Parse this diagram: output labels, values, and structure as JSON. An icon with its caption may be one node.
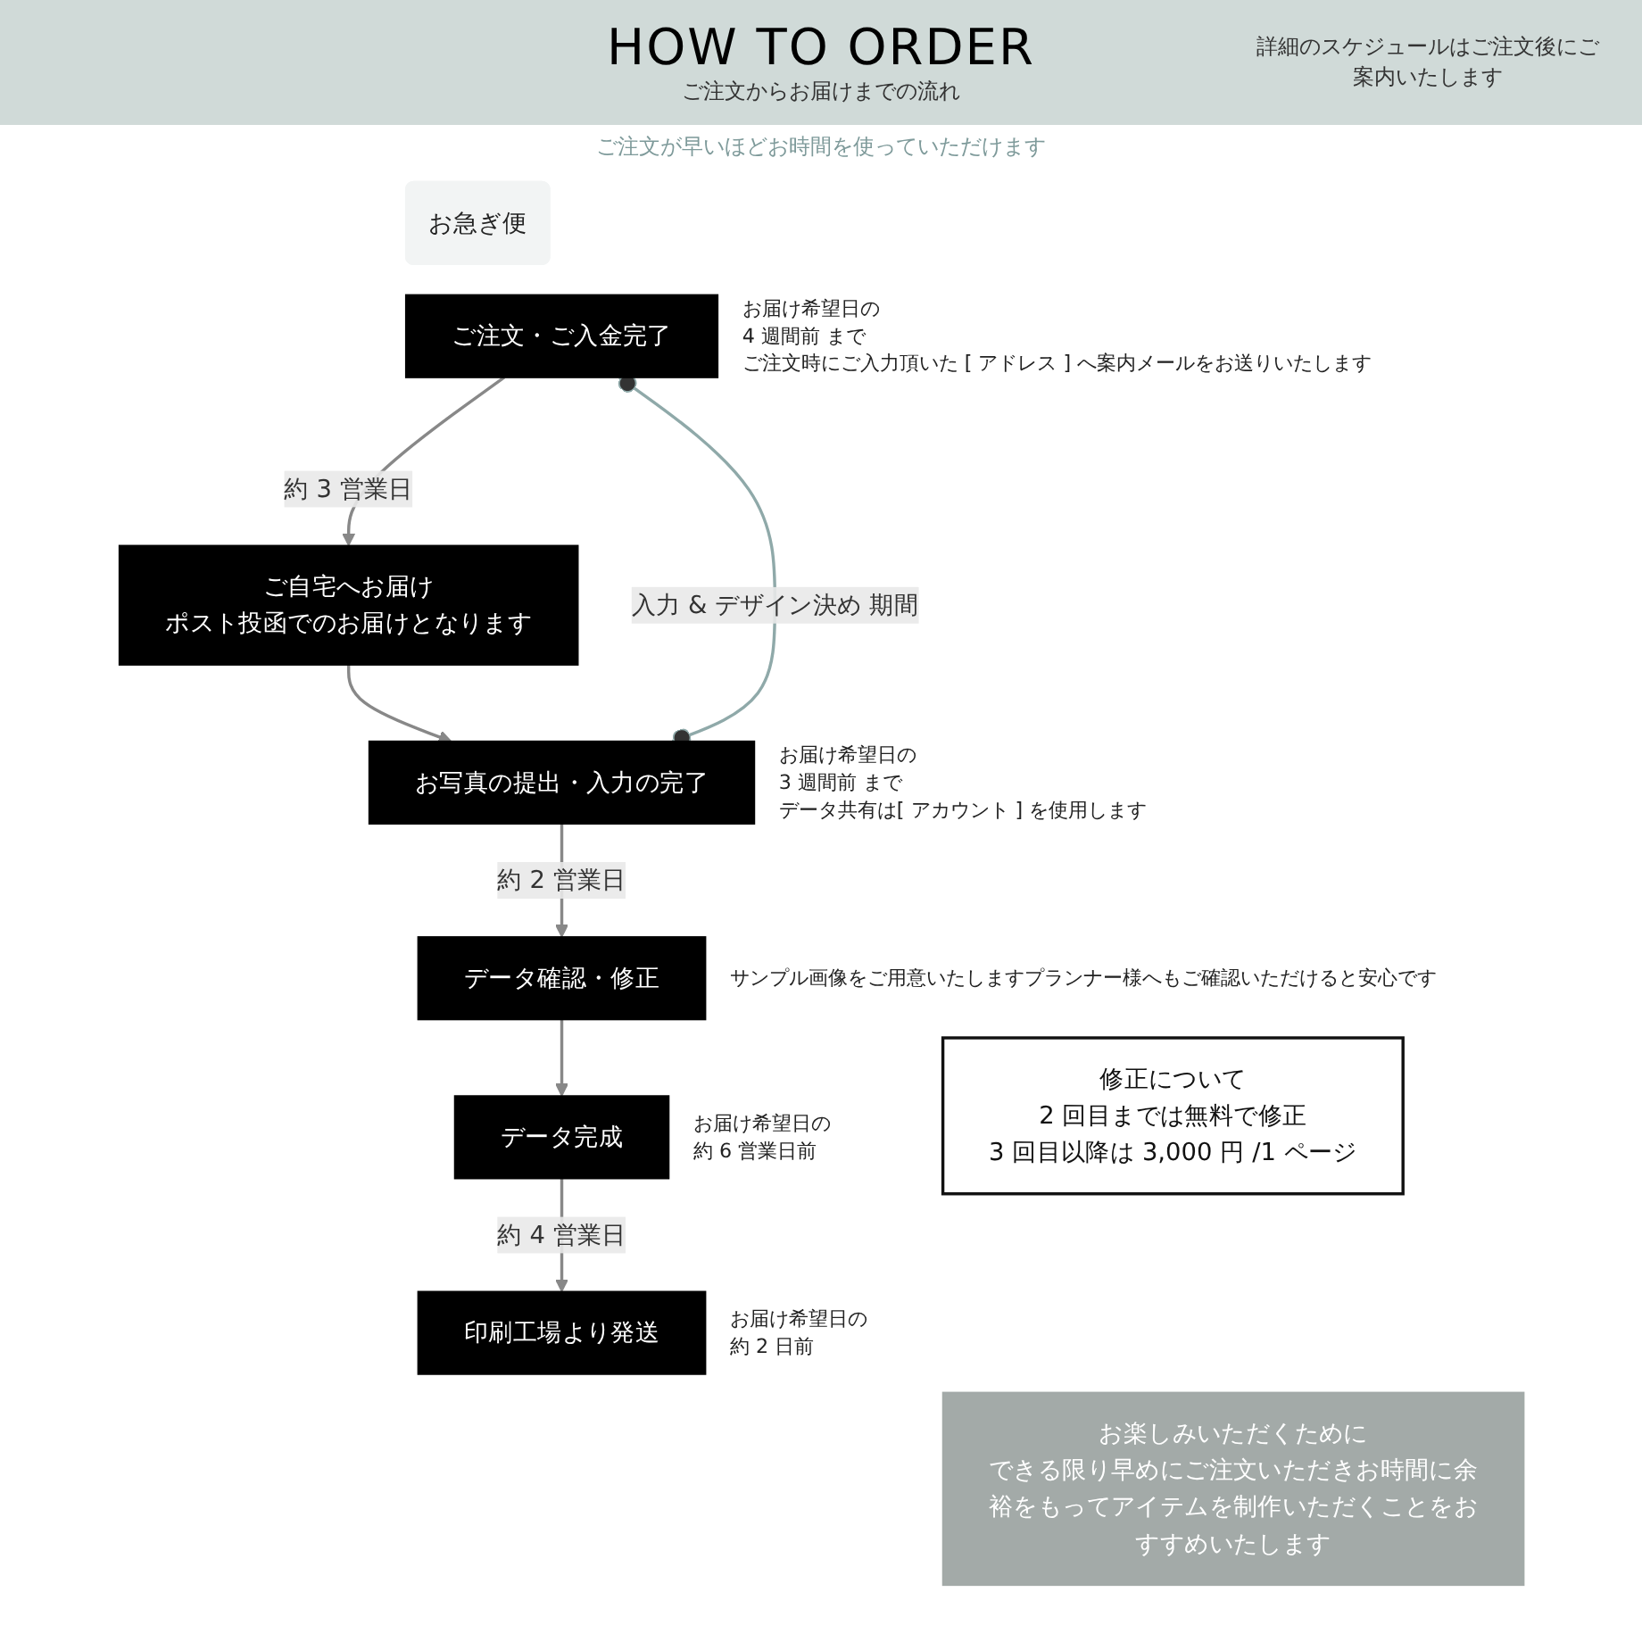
{
  "diagram": {
    "title": "HOW TO ORDER",
    "nodes": [
      {
        "text": [
          "お急ぎ便"
        ]
      },
      {
        "text": [
          "ご注文・ご入金完了"
        ],
        "beside": [
          "お届け希望日の",
          "4 週間前 まで",
          "ご注文時にご入力頂いた [ アドレス ] へ案内メールをお送りいたします"
        ]
      },
      {
        "text": [
          "ご自宅へお届け",
          "ポスト投函でのお届けとなります"
        ]
      },
      {
        "text": [
          "お写真の提出・入力の完了"
        ],
        "beside": [
          "お届け希望日の",
          "3 週間前 まで",
          "データ共有は[ アカウント ] を使用します"
        ]
      },
      {
        "text": [
          "データ確認・修正"
        ],
        "beside": [
          "サンプル画像をご用意いたしますプランナー様へもご確認いただけると安心です"
        ]
      },
      {
        "text": [
          "修正について",
          "2 回目までは無料で修正",
          "3 回目以降は 3,000 円 /1 ページ"
        ]
      },
      {
        "text": [
          "データ完成"
        ],
        "beside": [
          "お届け希望日の",
          "約 6 営業日前"
        ]
      },
      {
        "text": [
          "印刷工場より発送"
        ],
        "beside": [
          "お届け希望日の",
          "約 2 日前"
        ]
      },
      {
        "text": [
          "お楽しみいただくために",
          "できる限り早めにご注文いただきお時間に余裕をもってアイテムを制作いただくことをおすすめいたします"
        ]
      }
    ],
    "edges": [
      {
        "from": 1,
        "to": 2,
        "arrow": "to",
        "label": "約 3 営業日"
      },
      {
        "from": 2,
        "to": 3,
        "arrow": "to"
      },
      {
        "from": 1,
        "to": 3,
        "arrow": "other",
        "label": "入力 & デザイン決め 期間",
        "color": "#8fa9a9"
      },
      {
        "from": 3,
        "to": 4,
        "arrow": "to",
        "label": "約 2 営業日"
      },
      {
        "from": 4,
        "to": 6,
        "arrow": "to"
      },
      {
        "from": 6,
        "to": 7,
        "arrow": "to",
        "label": "約 4 営業日"
      }
    ],
    "labels": [
      "ご注文からお届けまでの流れ",
      "詳細のスケジュールはご注文後にご案内いたします",
      "ご注文が早いほどお時間を使っていただけます"
    ]
  }
}
